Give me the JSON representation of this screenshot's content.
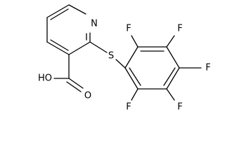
{
  "structure": {
    "atom_labels": {
      "n1": "N",
      "s1": "S",
      "oh": "HO",
      "o2": "O",
      "f1": "F",
      "f2": "F",
      "f3": "F",
      "f4": "F",
      "f5": "F"
    }
  }
}
